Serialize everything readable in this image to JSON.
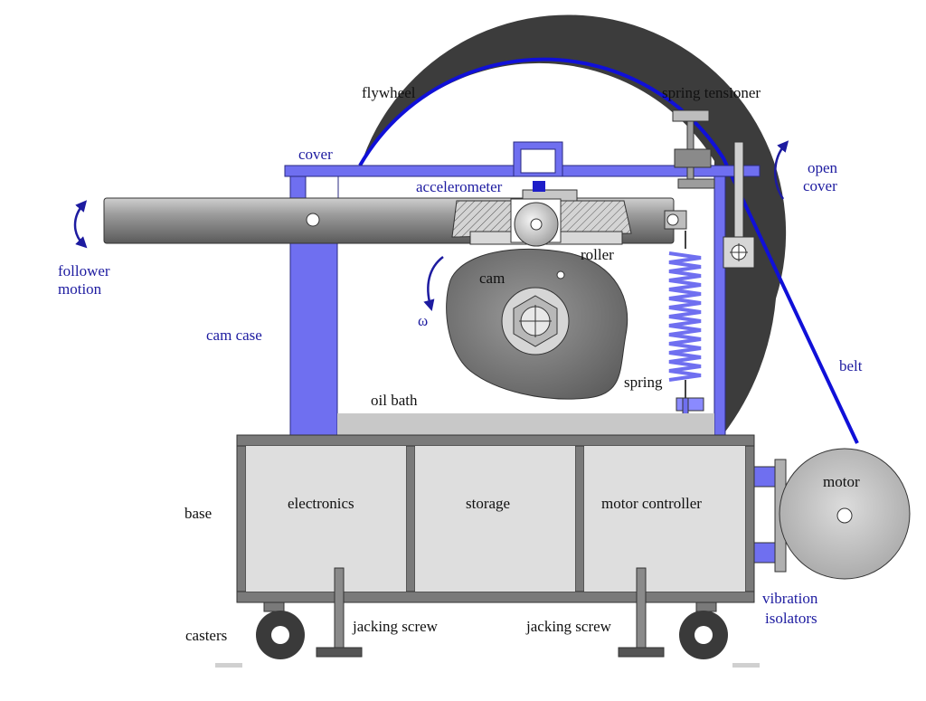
{
  "labels": {
    "flywheel": "flywheel",
    "spring_tensioner": "spring tensioner",
    "cover": "cover",
    "accelerometer": "accelerometer",
    "open": "open",
    "open_cover": "cover",
    "follower": "follower",
    "motion": "motion",
    "roller": "roller",
    "cam": "cam",
    "omega": "ω",
    "cam_case": "cam case",
    "belt": "belt",
    "spring": "spring",
    "oil_bath": "oil bath",
    "electronics": "electronics",
    "storage": "storage",
    "motor_controller": "motor controller",
    "motor": "motor",
    "base": "base",
    "vibration": "vibration",
    "isolators": "isolators",
    "casters": "casters",
    "jacking_screw_left": "jacking screw",
    "jacking_screw_right": "jacking screw"
  },
  "colors": {
    "frame_blue": "#6f6ff0",
    "label_blue": "#1d1ba0",
    "belt_blue": "#1010d8",
    "flywheel_dark": "#3c3c3c",
    "steel": "#b0b0b0",
    "base_box": "#dedede",
    "base_frame": "#6a6a6a"
  }
}
